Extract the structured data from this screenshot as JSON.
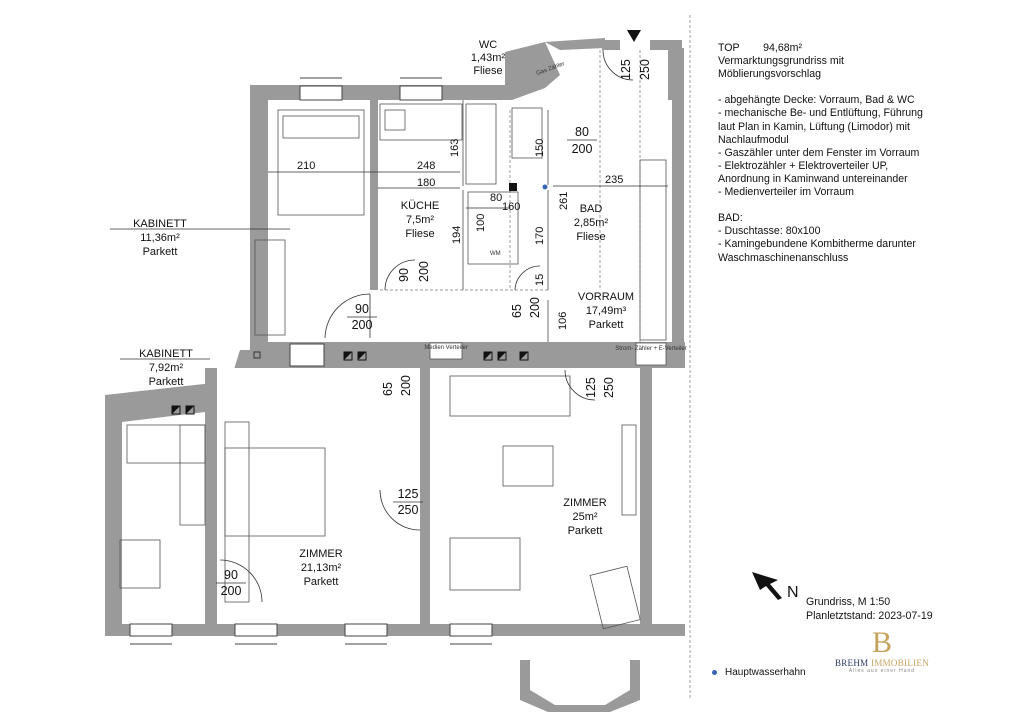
{
  "rooms": [
    {
      "name": "WC",
      "area": "1,43m²",
      "floor": "Fliese"
    },
    {
      "name": "KABINETT",
      "area": "11,36m²",
      "floor": "Parkett"
    },
    {
      "name": "KÜCHE",
      "area": "7,5m²",
      "floor": "Fliese"
    },
    {
      "name": "BAD",
      "area": "2,85m²",
      "floor": "Fliese"
    },
    {
      "name": "VORRAUM",
      "area": "17,49m³",
      "floor": "Parkett"
    },
    {
      "name": "KABINETT",
      "area": "7,92m²",
      "floor": "Parkett"
    },
    {
      "name": "ZIMMER",
      "area": "21,13m²",
      "floor": "Parkett"
    },
    {
      "name": "ZIMMER",
      "area": "25m²",
      "floor": "Parkett"
    }
  ],
  "doors": [
    {
      "w": "90",
      "h": "200"
    },
    {
      "w": "90",
      "h": "200"
    },
    {
      "w": "65",
      "h": "200"
    },
    {
      "w": "65",
      "h": "200"
    },
    {
      "w": "125",
      "h": "250"
    },
    {
      "w": "125",
      "h": "250"
    },
    {
      "w": "125",
      "h": "250"
    },
    {
      "w": "90",
      "h": "200"
    },
    {
      "w": "80",
      "h": "200"
    }
  ],
  "dimensions": [
    "210",
    "248",
    "180",
    "163",
    "150",
    "235",
    "261",
    "160",
    "80",
    "100",
    "194",
    "170",
    "15",
    "106"
  ],
  "labels": {
    "medien_verteiler": "Medien Verteiler",
    "strom_zaehler": "Strom- Zähler + E-Verteiler",
    "gas_zaehler": "Gas Zähler",
    "wm": "WM"
  },
  "info": {
    "top_label": "TOP",
    "top_area": "94,68m²",
    "lines": [
      "Vermarktungsgrundriss mit",
      "Möblierungsvorschlag",
      "",
      "- abgehängte Decke: Vorraum, Bad & WC",
      "- mechanische Be- und Entlüftung, Führung",
      "laut Plan in Kamin, Lüftung (Limodor) mit",
      "Nachlaufmodul",
      "- Gaszähler unter dem Fenster im Vorraum",
      "- Elektrozähler + Elektroverteiler UP,",
      "Anordnung in Kaminwand untereinander",
      "- Medienverteiler im Vorraum",
      "",
      "BAD:",
      "- Duschtasse: 80x100",
      "- Kamingebundene Kombitherme darunter",
      "Waschmaschinenanschluss"
    ]
  },
  "north": "N",
  "scale": "Grundriss, M 1:50",
  "plan_date": "Planletztstand: 2023-07-19",
  "legend": "Hauptwasserhahn",
  "logo": {
    "letter": "B",
    "brand_a": "BREHM",
    "brand_b": "IMMOBILIEN",
    "tagline": "Alles aus einer Hand"
  },
  "colors": {
    "wall": "#9a9a9a",
    "accent": "#2b3a63",
    "gold": "#c6a35d",
    "hauptwasserhahn": "#3a66b0"
  }
}
